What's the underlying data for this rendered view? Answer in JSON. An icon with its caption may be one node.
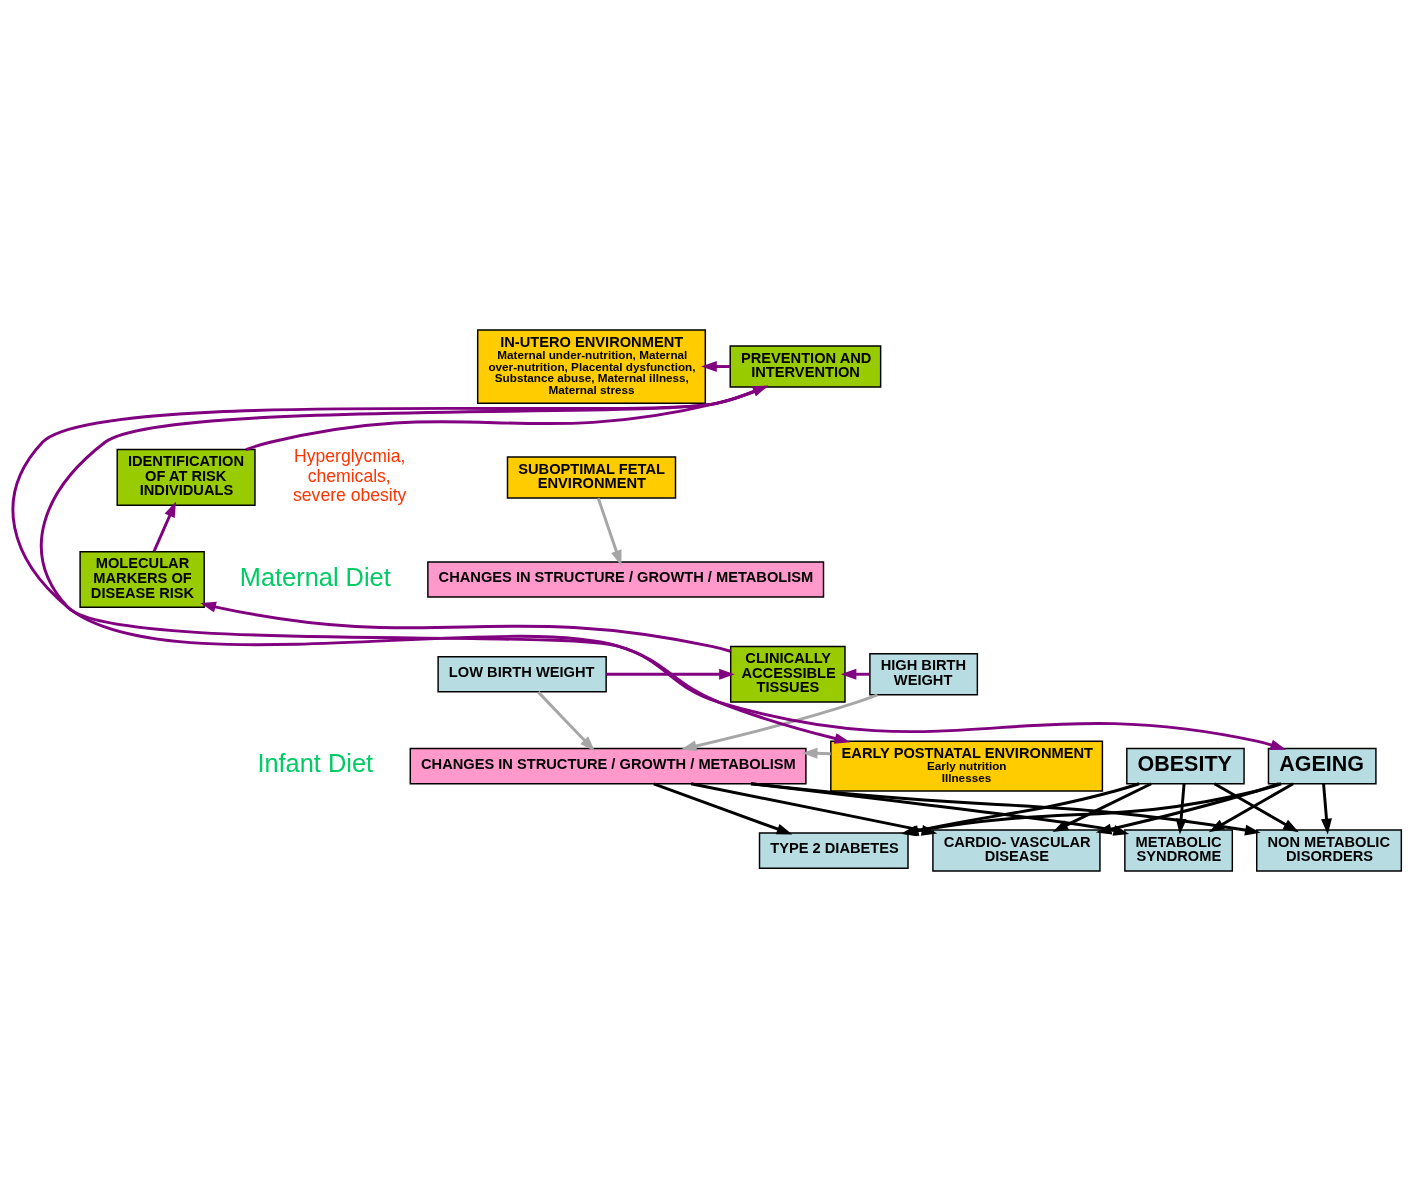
{
  "diagram": {
    "nodes": [
      {
        "text": [
          "IN-UTERO ENVIRONMENT",
          "Maternal under-nutrition, Maternal over-nutrition, Placental dysfunction, Substance abuse, Maternal illness, Maternal stress"
        ]
      },
      {
        "text": [
          "SUBOPTIMAL FETAL ENVIRONMENT"
        ]
      },
      {
        "text": [
          "CHANGES IN STRUCTURE / GROWTH / METABOLISM"
        ]
      },
      {
        "text": [
          "LOW BIRTH WEIGHT"
        ]
      },
      {
        "text": [
          "HIGH BIRTH WEIGHT"
        ]
      },
      {
        "text": [
          "EARLY POSTNATAL ENVIRONMENT",
          "Early nutrition Illnesses"
        ]
      },
      {
        "text": [
          "CHANGES IN STRUCTURE / GROWTH / METABOLISM"
        ]
      },
      {
        "text": [
          "OBESITY"
        ]
      },
      {
        "text": [
          "AGEING"
        ]
      },
      {
        "text": [
          "TYPE 2 DIABETES"
        ]
      },
      {
        "text": [
          "CARDIO- VASCULAR DISEASE"
        ]
      },
      {
        "text": [
          "METABOLIC SYNDROME"
        ]
      },
      {
        "text": [
          "NON METABOLIC DISORDERS"
        ]
      },
      {
        "text": [
          "PREVENTION AND INTERVENTION"
        ]
      },
      {
        "text": [
          "IDENTIFICATION OF AT RISK INDIVIDUALS"
        ]
      },
      {
        "text": [
          "MOLECULAR MARKERS OF DISEASE RISK"
        ]
      },
      {
        "text": [
          "CLINICALLY ACCESSIBLE TISSUES"
        ]
      }
    ],
    "edges": [
      {
        "from": 1,
        "to": 2,
        "arrow": "to",
        "color": "#a6a6a6"
      },
      {
        "from": 3,
        "to": 6,
        "arrow": "to",
        "color": "#a6a6a6"
      },
      {
        "from": 4,
        "to": 6,
        "arrow": "to",
        "color": "#a6a6a6"
      },
      {
        "from": 5,
        "to": 6,
        "arrow": "to",
        "color": "#a6a6a6"
      },
      {
        "from": 6,
        "to": 9,
        "arrow": "to"
      },
      {
        "from": 6,
        "to": 10,
        "arrow": "to"
      },
      {
        "from": 6,
        "to": 11,
        "arrow": "to"
      },
      {
        "from": 6,
        "to": 12,
        "arrow": "to"
      },
      {
        "from": 7,
        "to": 9,
        "arrow": "to"
      },
      {
        "from": 7,
        "to": 10,
        "arrow": "to"
      },
      {
        "from": 7,
        "to": 11,
        "arrow": "to"
      },
      {
        "from": 7,
        "to": 12,
        "arrow": "to"
      },
      {
        "from": 8,
        "to": 9,
        "arrow": "to"
      },
      {
        "from": 8,
        "to": 10,
        "arrow": "to"
      },
      {
        "from": 8,
        "to": 11,
        "arrow": "to"
      },
      {
        "from": 8,
        "to": 12,
        "arrow": "to"
      },
      {
        "from": 3,
        "to": 16,
        "arrow": "to",
        "color": "#800080"
      },
      {
        "from": 4,
        "to": 16,
        "arrow": "to",
        "color": "#800080"
      },
      {
        "from": 16,
        "to": 15,
        "arrow": "to",
        "color": "#800080"
      },
      {
        "from": 15,
        "to": 14,
        "arrow": "to",
        "color": "#800080"
      },
      {
        "from": 14,
        "to": 13,
        "arrow": "to",
        "color": "#800080"
      },
      {
        "from": 13,
        "to": 0,
        "arrow": "to",
        "color": "#800080"
      },
      {
        "from": 13,
        "to": 5,
        "arrow": "to",
        "color": "#800080"
      },
      {
        "from": 13,
        "to": 8,
        "arrow": "to",
        "color": "#800080"
      }
    ],
    "labels": [
      "Hyperglycmia, chemicals, severe obesity",
      "Maternal Diet",
      "Infant Diet"
    ]
  }
}
